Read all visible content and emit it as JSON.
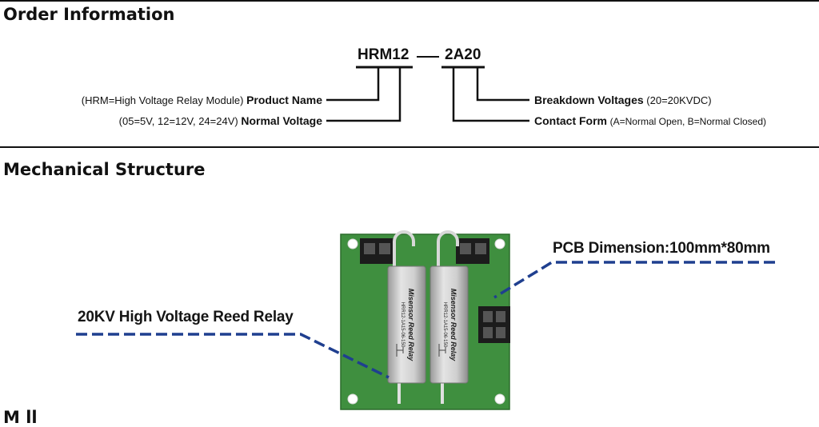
{
  "order_information": {
    "title": "Order Information",
    "code_part_1": "HRM12",
    "code_dash": "—",
    "code_part_2": "2A20",
    "product_name": {
      "note": "(HRM=High Voltage Relay Module)",
      "label": "Product Name"
    },
    "normal_voltage": {
      "note": "(05=5V, 12=12V, 24=24V)",
      "label": "Normal Voltage"
    },
    "breakdown_voltages": {
      "label": "Breakdown Voltages",
      "note": "(20=20KVDC)"
    },
    "contact_form": {
      "label": "Contact Form",
      "note": "(A=Normal Open, B=Normal Closed)"
    }
  },
  "mechanical_structure": {
    "title": "Mechanical Structure",
    "pcb_label": "PCB Dimension:100mm*80mm",
    "relay_label": "20KV High Voltage Reed Relay",
    "relay_print_brand": "Misensor Reed Relay",
    "relay_print_model": "HRR12-1A15-06-150"
  },
  "next_section": {
    "title_fragment": "M ll"
  },
  "colors": {
    "pcb_green": "#3f8f3f",
    "leader_blue": "#1f3f8f",
    "relay_silver": "#c9c9c9"
  }
}
